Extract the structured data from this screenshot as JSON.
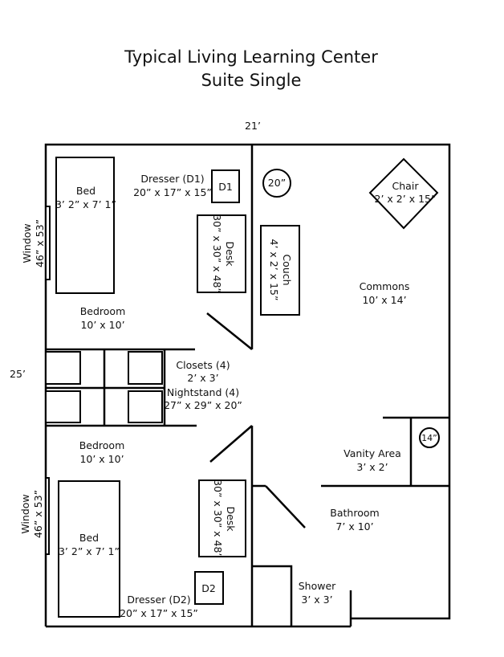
{
  "title": {
    "line1": "Typical Living Learning Center",
    "line2": "Suite Single"
  },
  "dimensions": {
    "width": "21’",
    "height": "25’"
  },
  "rooms": {
    "bedroom_top": {
      "name": "Bedroom",
      "size": "10’ x 10’"
    },
    "bedroom_bottom": {
      "name": "Bedroom",
      "size": "10’ x 10’"
    },
    "commons": {
      "name": "Commons",
      "size": "10’ x 14’"
    },
    "vanity": {
      "name": "Vanity Area",
      "size": "3’ x 2’"
    },
    "bathroom": {
      "name": "Bathroom",
      "size": "7’ x 10’"
    },
    "shower": {
      "name": "Shower",
      "size": "3’ x 3’"
    }
  },
  "furniture": {
    "bed_top": {
      "name": "Bed",
      "size": "3’ 2” x 7’ 1”"
    },
    "bed_bottom": {
      "name": "Bed",
      "size": "3’ 2” x 7’ 1”"
    },
    "dresser_top": {
      "name": "Dresser (D1)",
      "size": "20” x 17” x 15”",
      "tag": "D1"
    },
    "dresser_bottom": {
      "name": "Dresser (D2)",
      "size": "20” x 17” x 15”",
      "tag": "D2"
    },
    "desk_top": {
      "name": "Desk",
      "size": "30” x 30” x 48”"
    },
    "desk_bottom": {
      "name": "Desk",
      "size": "30” x 30” x 48”"
    },
    "couch": {
      "name": "Couch",
      "size": "4’ x 2’ x 15”"
    },
    "chair": {
      "name": "Chair",
      "size": "2’ x 2’ x 15”"
    },
    "table_round": {
      "size": "20”"
    },
    "sink_round": {
      "size": "14”"
    },
    "closets": {
      "name": "Closets (4)",
      "size": "2’ x 3’"
    },
    "nightstands": {
      "name": "Nightstand (4)",
      "size": "27” x 29” x 20”"
    }
  },
  "windows": {
    "top": {
      "name": "Window",
      "size": "46” x 53”"
    },
    "bottom": {
      "name": "Window",
      "size": "46” x 53”"
    }
  }
}
